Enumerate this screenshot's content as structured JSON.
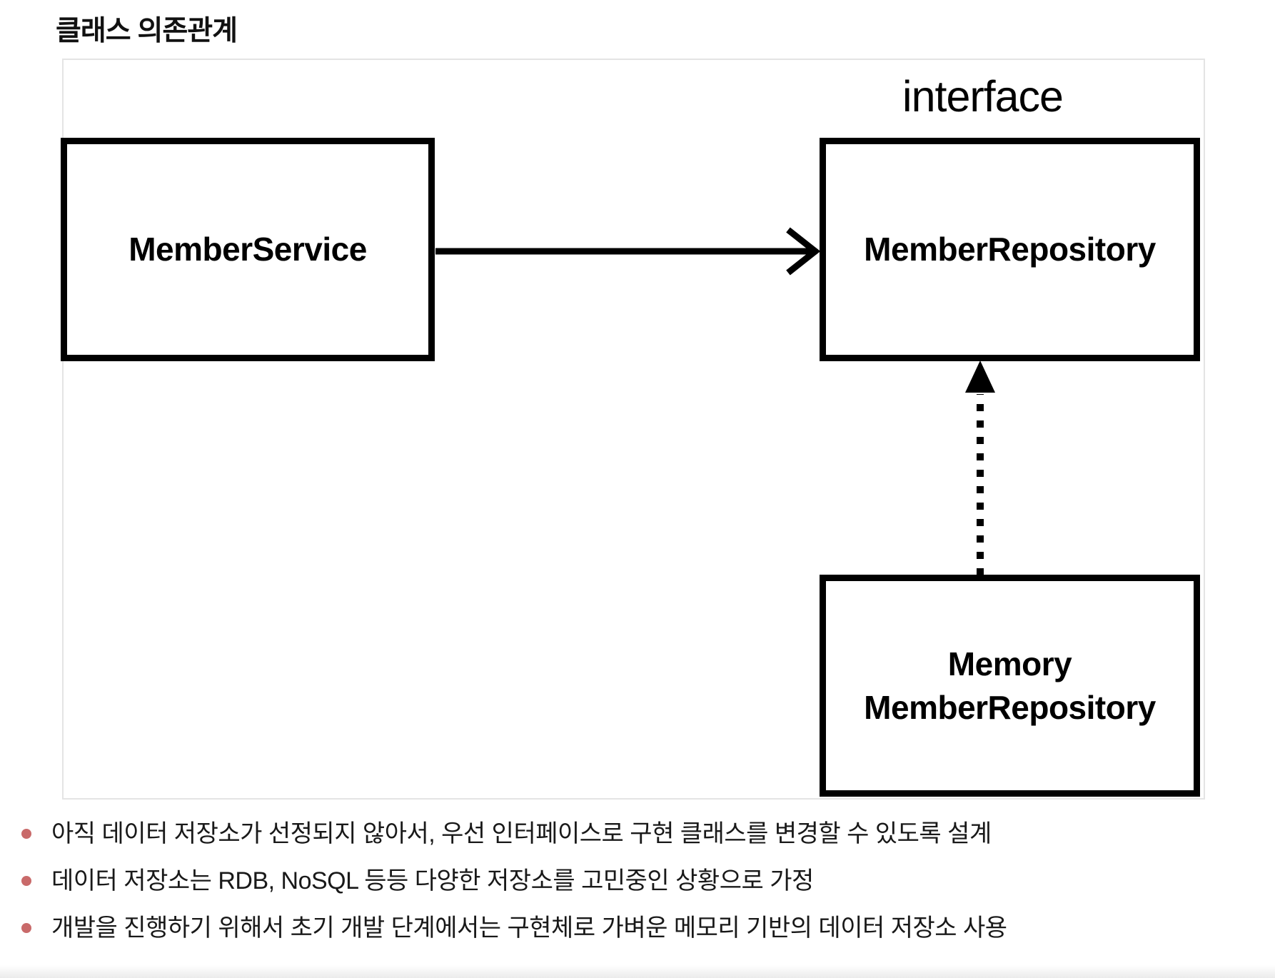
{
  "page": {
    "title": "클래스 의존관계"
  },
  "diagram": {
    "interface_label": "interface",
    "member_service_label": "MemberService",
    "member_repository_label": "MemberRepository",
    "memory_member_repository_line1": "Memory",
    "memory_member_repository_line2": "MemberRepository",
    "arrows": [
      {
        "name": "dependency-arrow",
        "from": "MemberService",
        "to": "MemberRepository",
        "style": "solid-open-head"
      },
      {
        "name": "implements-arrow",
        "from": "MemoryMemberRepository",
        "to": "MemberRepository",
        "style": "dotted-filled-head"
      }
    ],
    "colors": {
      "node_border": "#000000",
      "canvas_border": "#e4e4e4"
    }
  },
  "notes": {
    "bullet_color": "#c96a6a",
    "items": [
      "아직 데이터 저장소가 선정되지 않아서, 우선 인터페이스로 구현 클래스를 변경할 수 있도록 설계",
      "데이터 저장소는 RDB, NoSQL 등등 다양한 저장소를 고민중인 상황으로 가정",
      "개발을 진행하기 위해서 초기 개발 단계에서는 구현체로 가벼운 메모리 기반의 데이터 저장소 사용"
    ]
  }
}
